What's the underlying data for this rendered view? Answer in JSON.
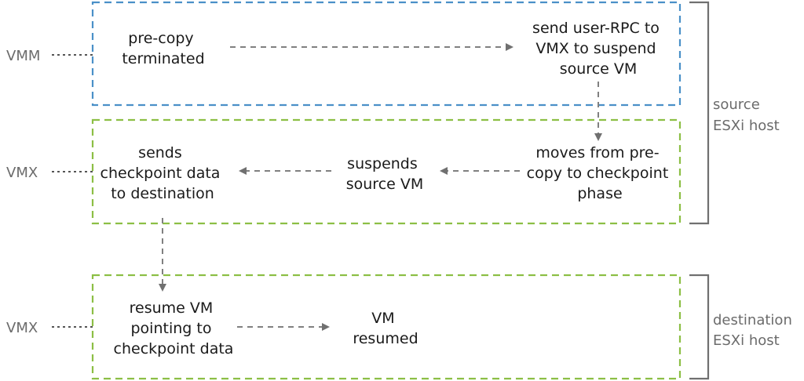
{
  "lanes": {
    "vmm_label": "VMM",
    "vmx_source_label": "VMX",
    "vmx_destination_label": "VMX"
  },
  "hosts": {
    "source": [
      "source",
      "ESXi host"
    ],
    "destination": [
      "destination",
      "ESXi host"
    ]
  },
  "nodes": {
    "precopy_terminated": [
      "pre-copy",
      "terminated"
    ],
    "send_user_rpc": [
      "send user-RPC to",
      "VMX to suspend",
      "source VM"
    ],
    "moves_to_checkpoint": [
      "moves from pre-",
      "copy to checkpoint",
      "phase"
    ],
    "suspends_source": [
      "suspends",
      "source VM"
    ],
    "sends_checkpoint": [
      "sends",
      "checkpoint data",
      "to destination"
    ],
    "resume_vm": [
      "resume VM",
      "pointing to",
      "checkpoint data"
    ],
    "vm_resumed": [
      "VM",
      "resumed"
    ]
  },
  "colors": {
    "vmm_lane": "#4a90c8",
    "vmx_lane": "#8cbf45",
    "arrow": "#808080"
  }
}
